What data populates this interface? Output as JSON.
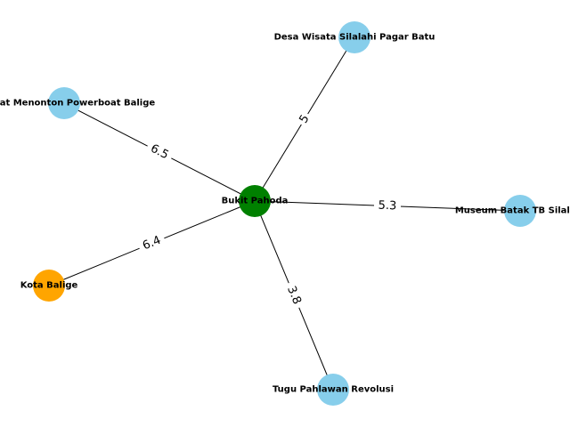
{
  "graph": {
    "nodes": [
      {
        "id": "center",
        "label": "Bukit Pahoda",
        "color": "#008000"
      },
      {
        "id": "desa",
        "label": "Desa Wisata Silalahi Pagar Batu",
        "color": "#87ceeb"
      },
      {
        "id": "powerboat",
        "label": "Tempat Menonton Powerboat Balige",
        "color": "#87ceeb"
      },
      {
        "id": "museum",
        "label": "Museum Batak TB Silalahi",
        "color": "#87ceeb"
      },
      {
        "id": "kota",
        "label": "Kota Balige",
        "color": "#ffa500"
      },
      {
        "id": "tugu",
        "label": "Tugu Pahlawan Revolusi",
        "color": "#87ceeb"
      }
    ],
    "edges": [
      {
        "from": "center",
        "to": "desa",
        "weight": "5"
      },
      {
        "from": "center",
        "to": "powerboat",
        "weight": "6.5"
      },
      {
        "from": "center",
        "to": "museum",
        "weight": "5.3"
      },
      {
        "from": "center",
        "to": "kota",
        "weight": "6.4"
      },
      {
        "from": "center",
        "to": "tugu",
        "weight": "3.8"
      }
    ]
  }
}
